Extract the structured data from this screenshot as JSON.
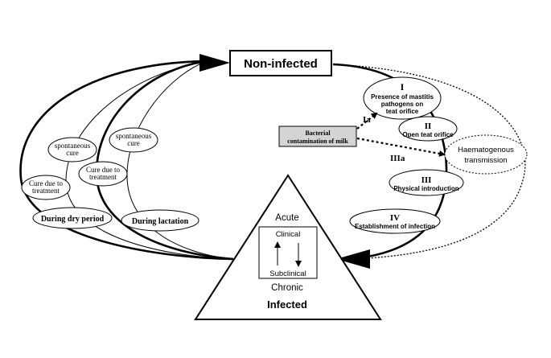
{
  "states": {
    "non_infected": "Non-infected",
    "infected": "Infected",
    "acute": "Acute",
    "chronic": "Chronic",
    "clinical": "Clinical",
    "subclinical": "Subclinical"
  },
  "steps": {
    "I_numeral": "I",
    "I_line1": "Presence of mastitis",
    "I_line2": "pathogens on",
    "I_line3": "teat orifice",
    "Ia": "Ia",
    "II_numeral": "II",
    "II_label": "Open teat orifice",
    "III_numeral": "III",
    "III_label": "Physical introduction",
    "IIIa": "IIIa",
    "IV_numeral": "IV",
    "IV_label": "Establishment of infection"
  },
  "bacterial": {
    "line1": "Bacterial",
    "line2": "contamination of milk"
  },
  "haematogenous": {
    "line1": "Haematogenous",
    "line2": "transmission"
  },
  "cures": {
    "spont_dry_line1": "spontaneous",
    "spont_dry_line2": "cure",
    "spont_lact_line1": "spontaneous",
    "spont_lact_line2": "cure",
    "treat_dry_line1": "Cure due to",
    "treat_dry_line2": "treatment",
    "treat_lact_line1": "Cure due to",
    "treat_lact_line2": "treatment",
    "dry_period": "During dry period",
    "lactation": "During lactation"
  }
}
